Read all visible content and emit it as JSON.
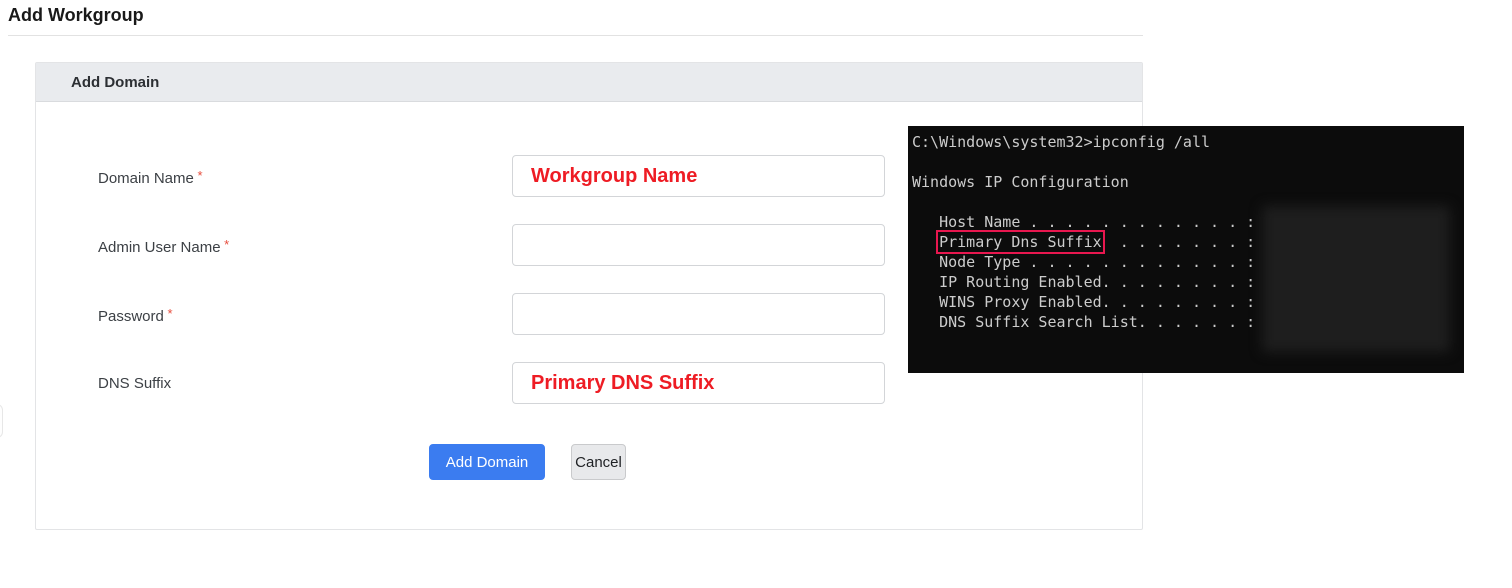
{
  "page": {
    "title": "Add Workgroup"
  },
  "panel": {
    "header": "Add Domain",
    "fields": [
      {
        "id": "domain-name",
        "label": "Domain Name",
        "required": true,
        "value": "",
        "annotation": "Workgroup Name"
      },
      {
        "id": "admin-user-name",
        "label": "Admin User Name",
        "required": true,
        "value": "",
        "annotation": ""
      },
      {
        "id": "password",
        "label": "Password",
        "required": true,
        "value": "",
        "annotation": ""
      },
      {
        "id": "dns-suffix",
        "label": "DNS Suffix",
        "required": false,
        "value": "",
        "annotation": "Primary DNS Suffix"
      }
    ],
    "buttons": {
      "submit": "Add Domain",
      "cancel": "Cancel"
    }
  },
  "terminal": {
    "lines": [
      {
        "text": "C:\\Windows\\system32>ipconfig /all"
      },
      {
        "text": ""
      },
      {
        "text": "Windows IP Configuration"
      },
      {
        "text": ""
      },
      {
        "text": "   Host Name . . . . . . . . . . . . : "
      },
      {
        "prefix": "   ",
        "highlight": "Primary Dns Suffix",
        "suffix": "  . . . . . . . : "
      },
      {
        "text": "   Node Type . . . . . . . . . . . . : "
      },
      {
        "text": "   IP Routing Enabled. . . . . . . . : "
      },
      {
        "text": "   WINS Proxy Enabled. . . . . . . . : "
      },
      {
        "text": "   DNS Suffix Search List. . . . . . : "
      }
    ],
    "redacted_values": true
  },
  "colors": {
    "primary": "#3b7cf0",
    "annotation_red": "#ee1c24",
    "highlight_box": "#e8174f",
    "terminal_bg": "#0c0c0c",
    "terminal_fg": "#cccccc"
  }
}
